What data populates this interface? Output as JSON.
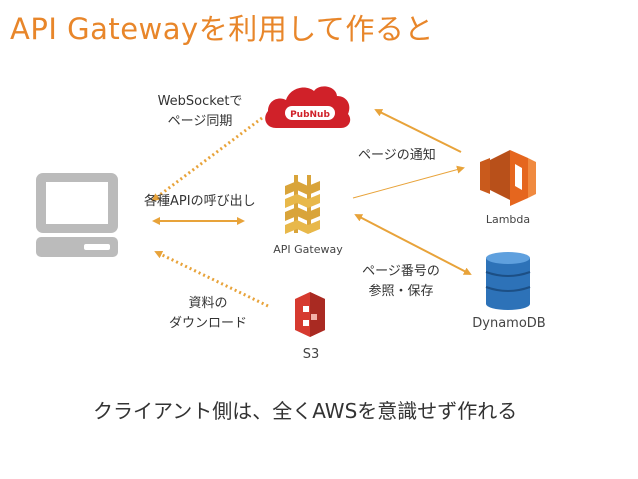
{
  "title": "API Gatewayを利用して作ると",
  "labels": {
    "websocket_line1": "WebSocketで",
    "websocket_line2": "ページ同期",
    "api_call": "各種APIの呼び出し",
    "page_notify": "ページの通知",
    "page_ref_line1": "ページ番号の",
    "page_ref_line2": "参照・保存",
    "download_line1": "資料の",
    "download_line2": "ダウンロード"
  },
  "nodes": {
    "client": "",
    "pubnub": "PubNub",
    "api_gateway": "API Gateway",
    "lambda": "Lambda",
    "dynamodb": "DynamoDB",
    "s3": "S3"
  },
  "footer": "クライアント側は、全くAWSを意識せず作れる",
  "colors": {
    "accent": "#e8862a",
    "arrow": "#e8a33a",
    "pubnub": "#d02129",
    "api_gateway": "#d9a43a",
    "lambda": "#e5661e",
    "dynamodb": "#2d72b8",
    "s3": "#d63a2f",
    "client": "#bbbbbb"
  }
}
